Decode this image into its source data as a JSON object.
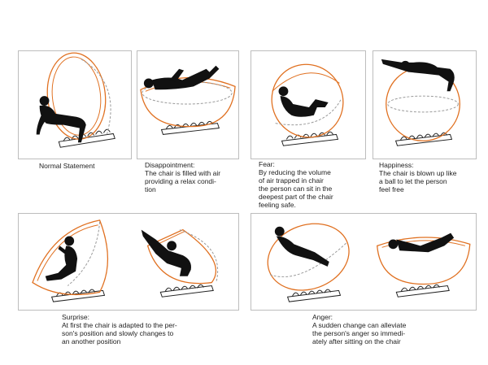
{
  "colors": {
    "shell": "#e07020",
    "figure": "#111111",
    "frame": "#bdbdbd",
    "dashed": "#999999"
  },
  "panels": [
    {
      "name": "normal",
      "caption": [
        "Normal Statement"
      ]
    },
    {
      "name": "disappointment",
      "caption": [
        "Disappointment:",
        "The chair is filled with air",
        "providing a relax condi-",
        "tion"
      ]
    },
    {
      "name": "fear",
      "caption": [
        "Fear:",
        "By reducing the volume",
        "of air trapped in chair",
        "the person can sit in the",
        "deepest part of the chair",
        "feeling safe."
      ]
    },
    {
      "name": "happiness",
      "caption": [
        "Happiness:",
        "The chair is blown up like",
        "a ball to let the person",
        "feel free"
      ]
    },
    {
      "name": "surprise",
      "caption": [
        "Surprise:",
        "At first the chair is adapted to the per-",
        "son's position and slowly changes to",
        "an another position"
      ]
    },
    {
      "name": "anger",
      "caption": [
        "Anger:",
        "A sudden change can alleviate",
        "the person's anger so immedi-",
        "ately after sitting on the chair"
      ]
    }
  ]
}
